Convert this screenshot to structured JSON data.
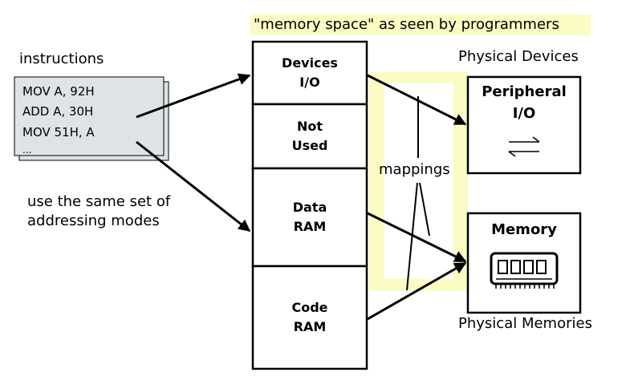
{
  "title": "\"memory space\" as seen by programmers",
  "instructions": {
    "label": "instructions",
    "lines": [
      "MOV A, 92H",
      "ADD A, 30H",
      "MOV 51H, A",
      "..."
    ]
  },
  "note": {
    "line1": "use the same set of",
    "line2": "addressing modes"
  },
  "memory_space": [
    {
      "line1": "Devices",
      "line2": "I/O"
    },
    {
      "line1": "Not",
      "line2": "Used"
    },
    {
      "line1": "Data",
      "line2": "RAM"
    },
    {
      "line1": "Code",
      "line2": "RAM"
    }
  ],
  "mappings_label": "mappings",
  "physical_devices": {
    "caption": "Physical Devices",
    "box_line1": "Peripheral",
    "box_line2": "I/O"
  },
  "physical_memories": {
    "caption": "Physical Memories",
    "box_title": "Memory"
  },
  "colors": {
    "highlight": "#fbfbc4",
    "instruction_card": "#dde3e6",
    "stroke": "#000000"
  }
}
